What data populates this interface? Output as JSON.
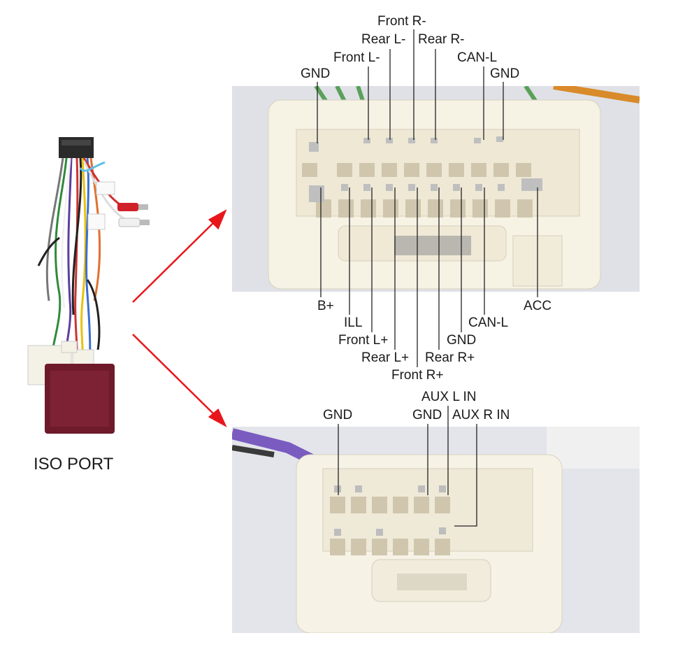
{
  "iso_label": "ISO PORT",
  "top_labels": {
    "front_r_minus": "Front R-",
    "rear_l_minus": "Rear L-",
    "rear_r_minus": "Rear R-",
    "front_l_minus": "Front L-",
    "can_l_top": "CAN-L",
    "gnd_top_left": "GND",
    "gnd_top_right": "GND",
    "b_plus": "B+",
    "ill": "ILL",
    "front_l_plus": "Front L+",
    "rear_l_plus": "Rear L+",
    "front_r_plus": "Front R+",
    "gnd_mid": "GND",
    "rear_r_plus": "Rear R+",
    "can_l_bottom": "CAN-L",
    "acc": "ACC"
  },
  "bottom_labels": {
    "gnd_left": "GND",
    "aux_l_in": "AUX L IN",
    "gnd_right": "GND",
    "aux_r_in": "AUX R IN"
  },
  "colors": {
    "arrow": "#e8161b",
    "connector": "#f7f3e6",
    "leader": "#222222"
  }
}
